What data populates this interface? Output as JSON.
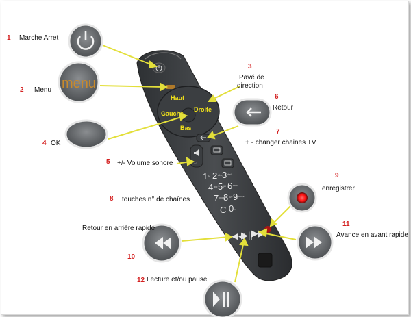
{
  "items": [
    {
      "num": "1",
      "label": "Marche Arret"
    },
    {
      "num": "2",
      "label": "Menu"
    },
    {
      "num": "3",
      "label": "Pavé de direction",
      "line1": "Pavé de",
      "line2": "direction"
    },
    {
      "num": "4",
      "label": "OK"
    },
    {
      "num": "5",
      "label": "+/- Volume sonore"
    },
    {
      "num": "6",
      "label": "Retour"
    },
    {
      "num": "7",
      "label": "+ - changer chaines TV"
    },
    {
      "num": "8",
      "label": "touches n° de chaînes"
    },
    {
      "num": "9",
      "label": "enregistrer"
    },
    {
      "num": "10",
      "label": "Retour en arrière rapide"
    },
    {
      "num": "11",
      "label": "Avance en avant rapide"
    },
    {
      "num": "12",
      "label": "Lecture et/ou pause"
    }
  ],
  "dpad": {
    "up": "Haut",
    "down": "Bas",
    "left": "Gauche",
    "right": "Droite"
  },
  "zoom_menu_text": "menu",
  "keypad": [
    {
      "main": "1",
      "sub": "ω"
    },
    {
      "main": "2",
      "sub": "abc"
    },
    {
      "main": "3",
      "sub": "def"
    },
    {
      "main": "4",
      "sub": "ghi"
    },
    {
      "main": "5",
      "sub": "jkl"
    },
    {
      "main": "6",
      "sub": "mno"
    },
    {
      "main": "7",
      "sub": "pqrs"
    },
    {
      "main": "8",
      "sub": "tuv"
    },
    {
      "main": "9",
      "sub": "wxyz"
    },
    {
      "main": "0",
      "sub": "_"
    }
  ],
  "keypad_c": "C",
  "colors": {
    "arrow": "#e3df3a",
    "label_number": "#d42020",
    "dpad_text": "#f2e21a",
    "record": "#ff1010",
    "remote_body": "#3a3d40"
  }
}
